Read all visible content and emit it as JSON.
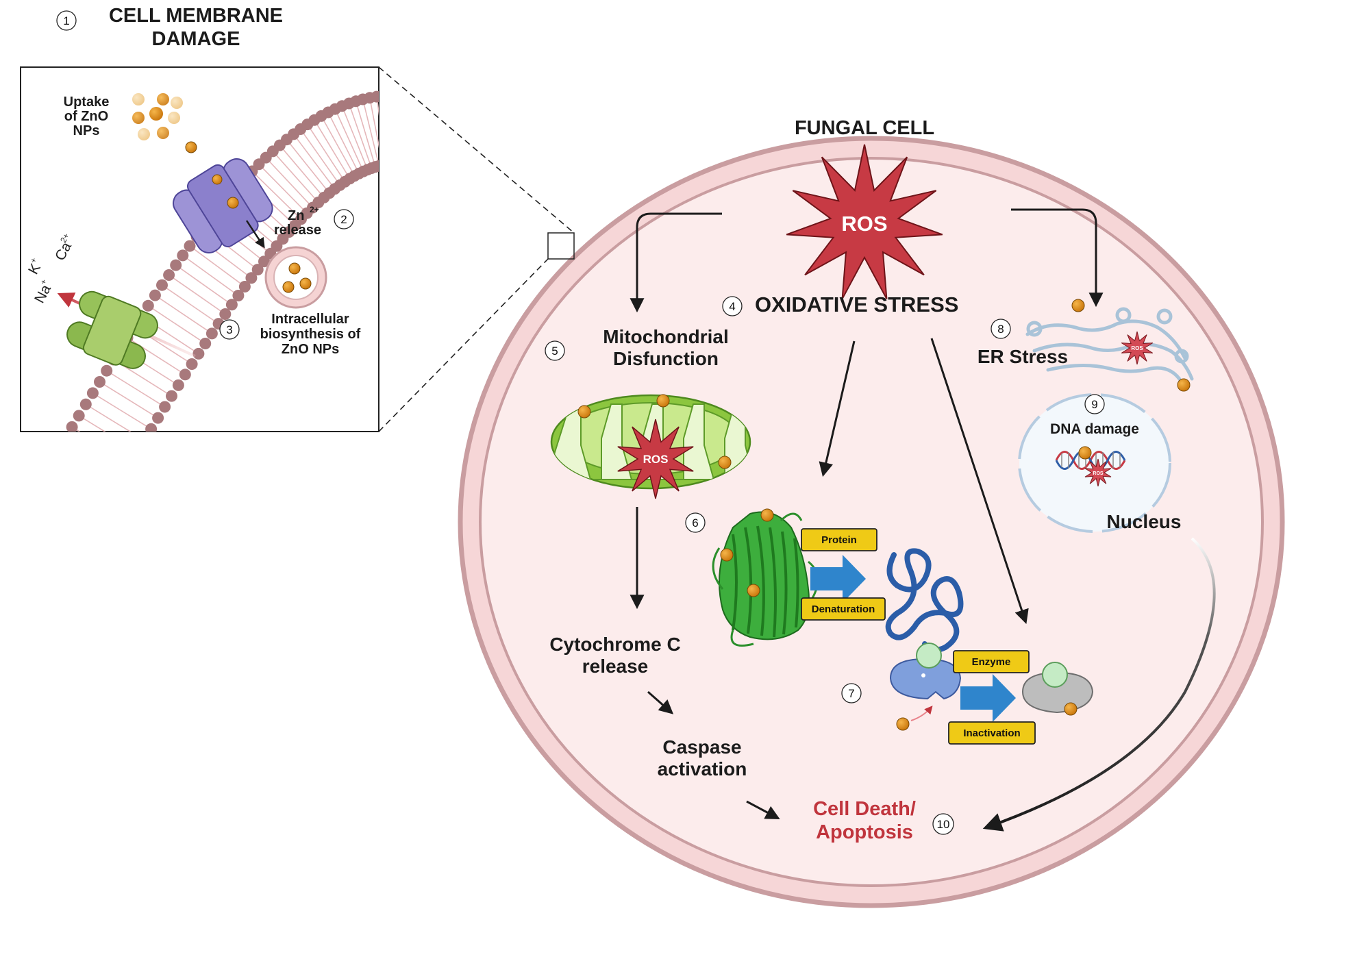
{
  "colors": {
    "cell_fill": "#fcecec",
    "cell_wall": "#c99da0",
    "ros_red": "#c73a44",
    "mito_green": "#7cc33e",
    "protein_green": "#34a835",
    "arrow_blue": "#2f85cc",
    "label_yellow": "#efca16",
    "zno_orange": "#e08a10",
    "channel_purple": "#a49ad8",
    "channel_green": "#8fbd55",
    "death_red": "#c0353d"
  },
  "membrane_panel": {
    "step": "1",
    "title_line1": "CELL MEMBRANE",
    "title_line2": "DAMAGE",
    "uptake_line1": "Uptake",
    "uptake_line2": "of ZnO",
    "uptake_line3": "NPs",
    "zn_step": "2",
    "zn_ion": "Zn",
    "zn_charge": "2+",
    "zn_release": "release",
    "biosynth_step": "3",
    "biosynth_line1": "Intracellular",
    "biosynth_line2": "biosynthesis of",
    "biosynth_line3": "ZnO NPs",
    "ion_k": "K",
    "ion_k_charge": "+",
    "ion_ca": "Ca",
    "ion_ca_charge": "2+",
    "ion_na": "Na",
    "ion_na_charge": "+"
  },
  "cell": {
    "title": "FUNGAL CELL",
    "ros_label": "ROS",
    "oxidative_step": "4",
    "oxidative_label": "OXIDATIVE STRESS",
    "mito_step": "5",
    "mito_line1": "Mitochondrial",
    "mito_line2": "Disfunction",
    "mito_ros": "ROS",
    "cyto_line1": "Cytochrome C",
    "cyto_line2": "release",
    "caspase_line1": "Caspase",
    "caspase_line2": "activation",
    "protein_step": "6",
    "protein_label": "Protein",
    "denaturation_label": "Denaturation",
    "enzyme_step": "7",
    "enzyme_label": "Enzyme",
    "inactivation_label": "Inactivation",
    "er_step": "8",
    "er_label": "ER Stress",
    "er_ros": "ROS",
    "dna_step": "9",
    "dna_label": "DNA damage",
    "dna_ros": "ROS",
    "nucleus_label": "Nucleus",
    "death_line1": "Cell Death/",
    "death_line2": "Apoptosis",
    "death_step": "10"
  }
}
